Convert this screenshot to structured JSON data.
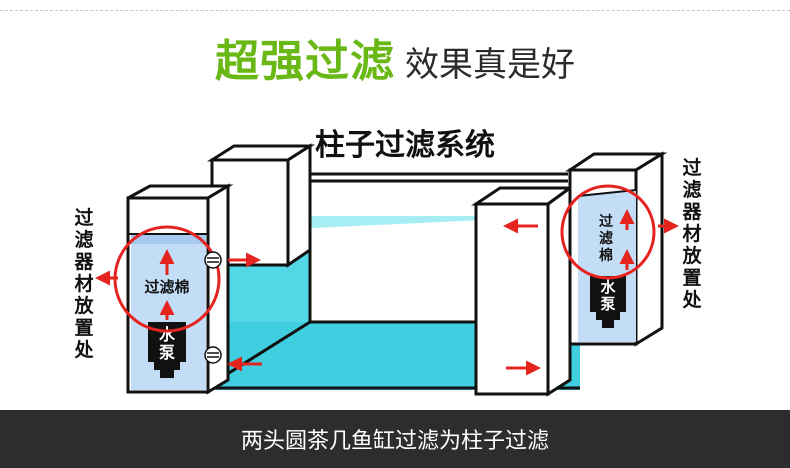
{
  "header": {
    "strong_text": "超强过滤",
    "normal_text": "效果真是好"
  },
  "diagram": {
    "system_title": "柱子过滤系统",
    "left_side_label": "过滤器材放置处",
    "right_side_label": "过滤器材放置处",
    "cotton_label_left": "过滤棉",
    "cotton_label_right": "过滤棉",
    "pump_label_left": "水泵",
    "pump_label_right": "水泵"
  },
  "caption": {
    "text": "两头圆茶几鱼缸过滤为柱子过滤"
  },
  "colors": {
    "accent_green": "#69b815",
    "water": "#3fcfe0",
    "water_light": "#a7edf4",
    "arrow_red": "#e52420",
    "caption_bg": "#2d2d2d"
  }
}
